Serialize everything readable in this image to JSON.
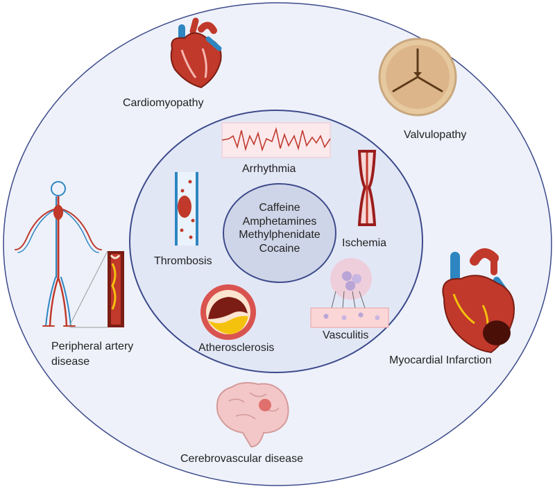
{
  "center": {
    "drugs": [
      "Caffeine",
      "Amphetamines",
      "Methylphenidate",
      "Cocaine"
    ]
  },
  "inner_ring": {
    "arrhythmia": "Arrhythmia",
    "ischemia": "Ischemia",
    "thrombosis": "Thrombosis",
    "atherosclerosis": "Atherosclerosis",
    "vasculitis": "Vasculitis"
  },
  "outer_ring": {
    "cardiomyopathy": "Cardiomyopathy",
    "valvulopathy": "Valvulopathy",
    "peripheral_line1": "Peripheral artery",
    "peripheral_line2": "disease",
    "myocardial_infarction": "Myocardial Infarction",
    "cerebrovascular": "Cerebrovascular disease"
  },
  "colors": {
    "outer_fill": "#eef1fa",
    "middle_fill": "#e2e7f6",
    "center_fill": "#cfd5e8",
    "ring_stroke": "#3c4a8a",
    "heart_red": "#c0392b",
    "vessel_blue": "#2e86c1"
  }
}
